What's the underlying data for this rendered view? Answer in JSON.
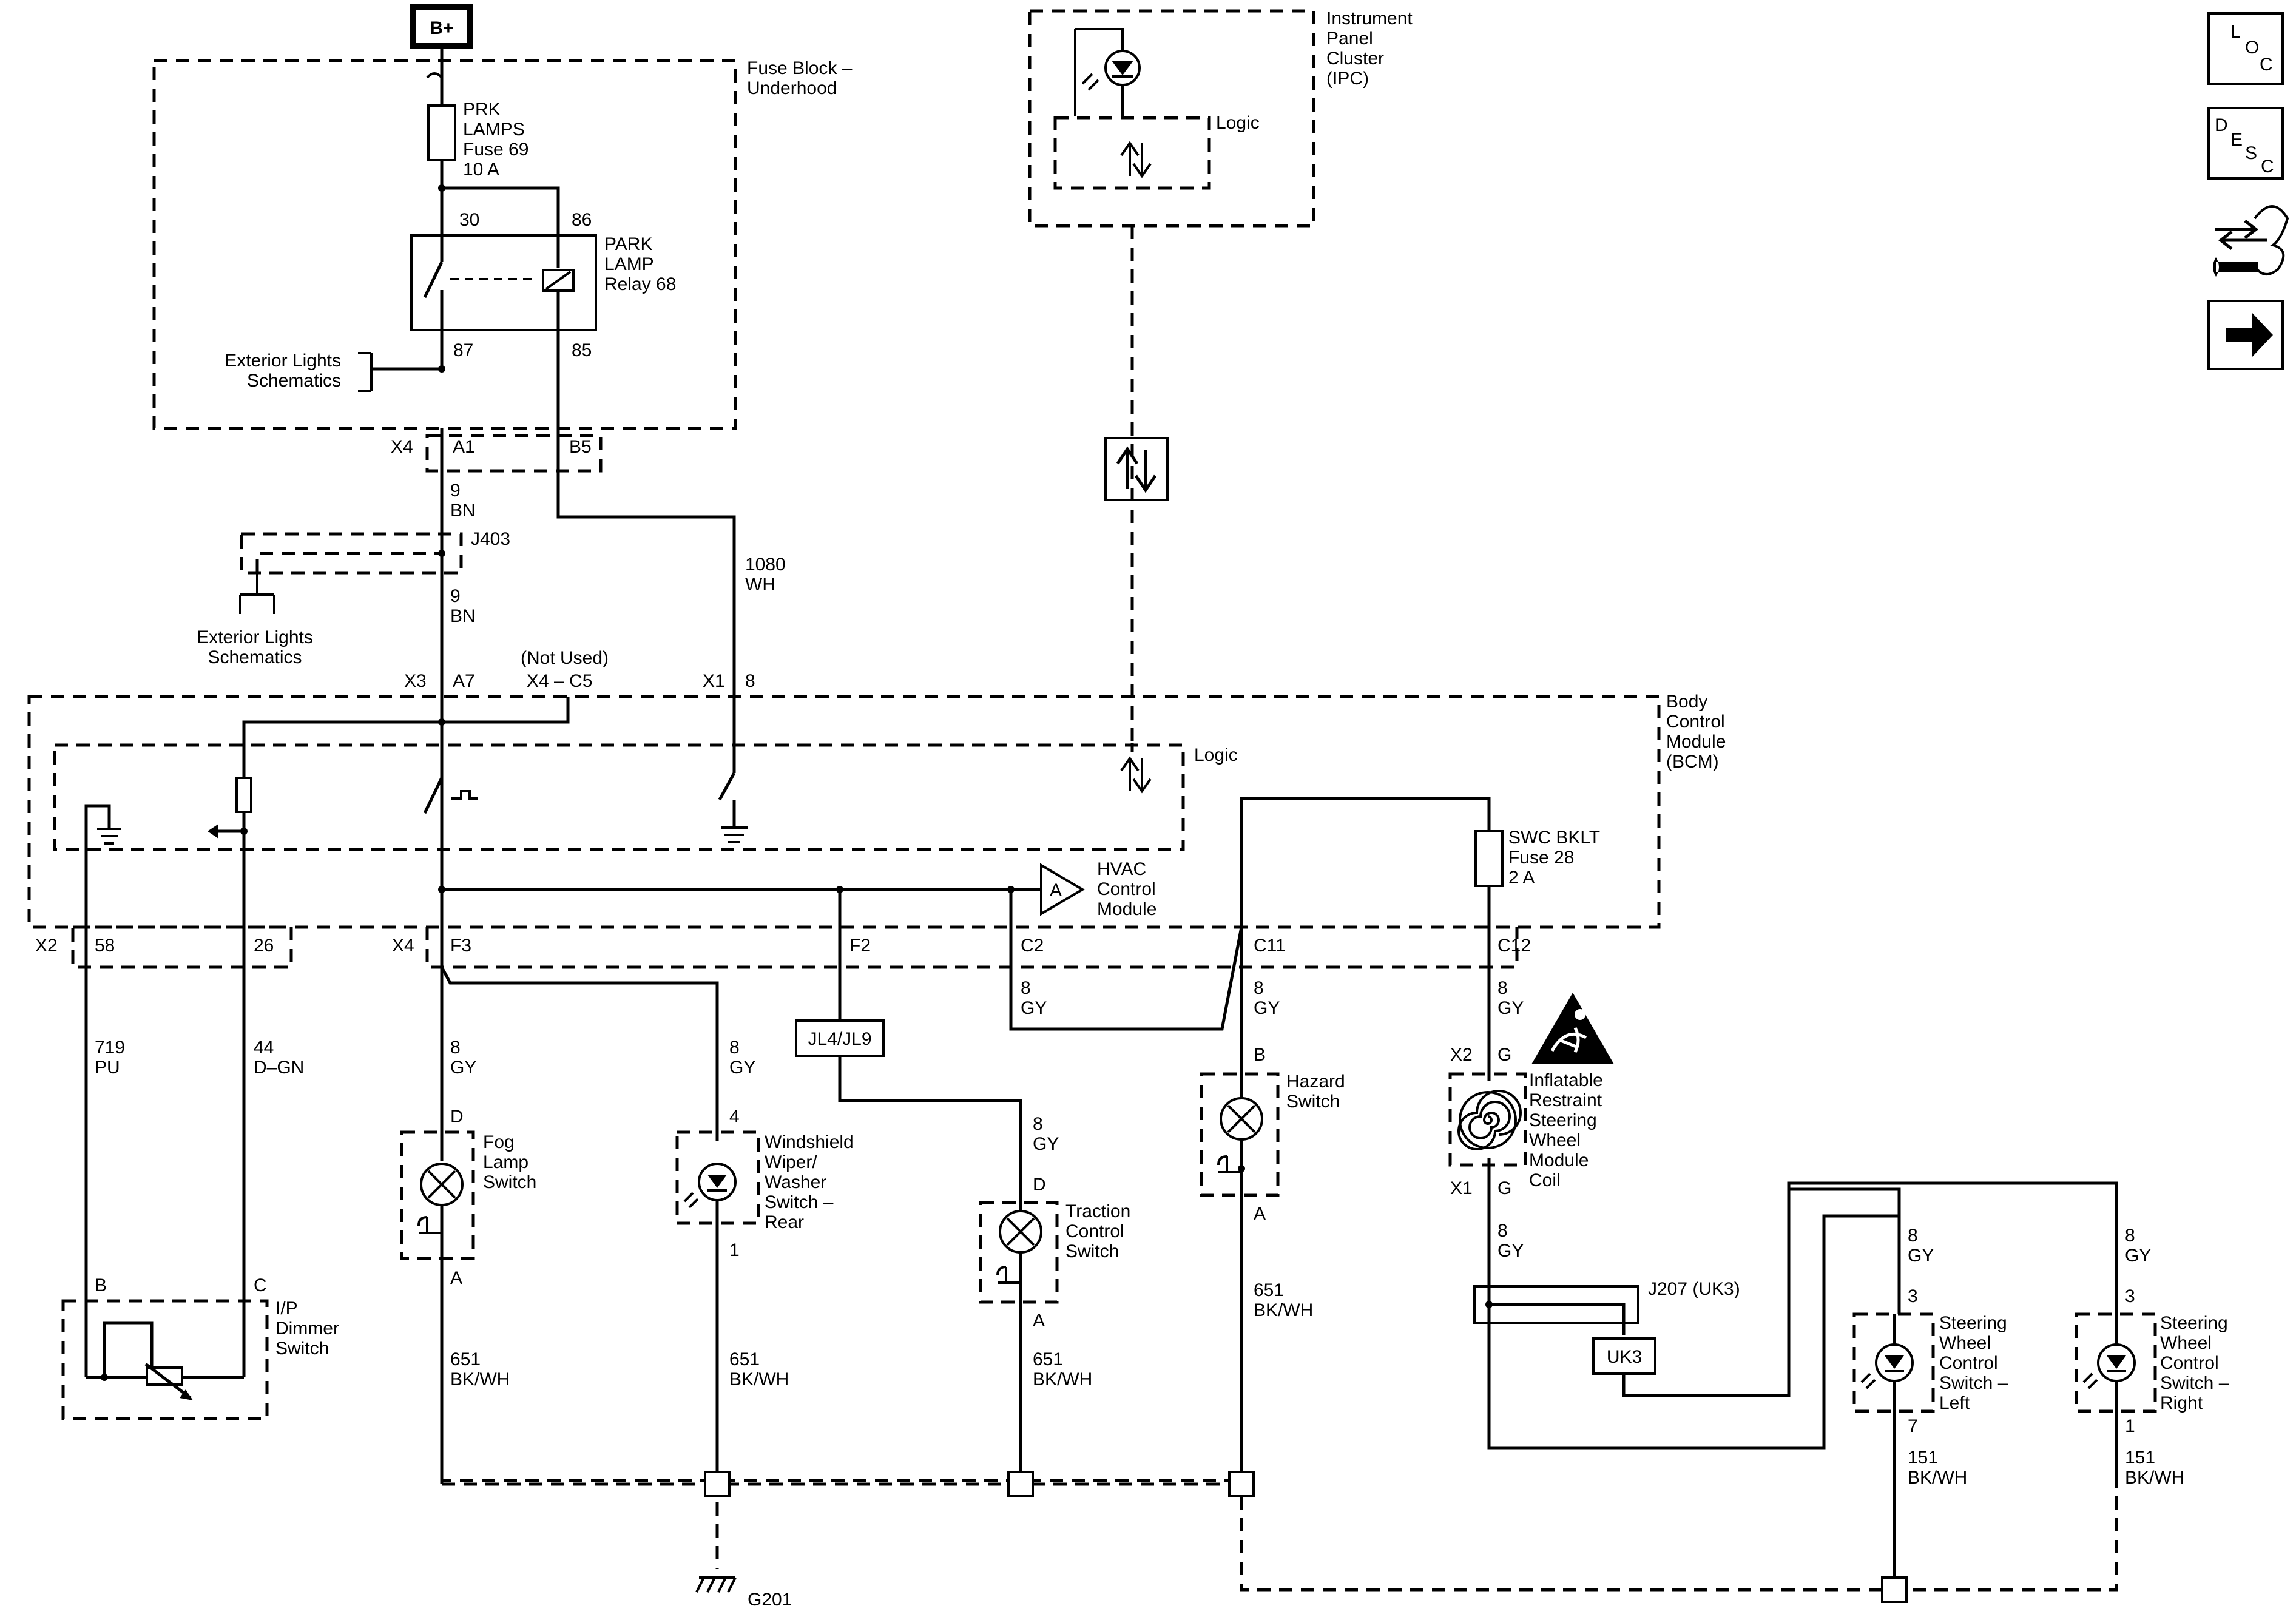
{
  "power": {
    "label": "B+"
  },
  "fuse_block": {
    "title": "Fuse Block –\nUnderhood",
    "fuse69": "PRK\nLAMPS\nFuse 69\n10 A",
    "relay": "PARK\nLAMP\nRelay 68",
    "pins": {
      "p30": "30",
      "p86": "86",
      "p87": "87",
      "p85": "85"
    },
    "ext_lights": "Exterior Lights\nSchematics",
    "connector": "X4",
    "pin_a1": "A1",
    "pin_b5": "B5"
  },
  "wires_top": {
    "bn1": "9\nBN",
    "bn2": "9\nBN",
    "wh": "1080\nWH"
  },
  "splice_j403": "J403",
  "ext_lights_2": "Exterior Lights\nSchematics",
  "ipc": {
    "title": "Instrument\nPanel\nCluster\n(IPC)",
    "logic": "Logic"
  },
  "bcm": {
    "title": "Body\nControl\nModule\n(BCM)",
    "logic": "Logic",
    "not_used": "(Not Used)",
    "x3": "X3",
    "a7": "A7",
    "x4c5": "X4 – C5",
    "x1": "X1",
    "pin8": "8",
    "x2": "X2",
    "p58": "58",
    "p26": "26",
    "x4": "X4",
    "f3": "F3",
    "f2": "F2",
    "c2": "C2",
    "c11": "C11",
    "c12": "C12",
    "swc_fuse": "SWC BKLT\nFuse 28\n2 A"
  },
  "hvac": {
    "pin": "A",
    "label": "HVAC\nControl\nModule"
  },
  "wires": {
    "pu": "719\nPU",
    "dgn": "44\nD–GN",
    "gy_fog": "8\nGY",
    "gy_wiper": "8\nGY",
    "gy_c2": "8\nGY",
    "gy_hazard": "8\nGY",
    "gy_c12": "8\nGY",
    "gy_traction": "8\nGY",
    "gy_coil": "8\nGY",
    "gy_swl": "8\nGY",
    "gy_swr": "8\nGY",
    "bkwh_fog": "651\nBK/WH",
    "bkwh_wiper": "651\nBK/WH",
    "bkwh_traction": "651\nBK/WH",
    "bkwh_hazard": "651\nBK/WH",
    "bkwh_swl": "151\nBK/WH",
    "bkwh_swr": "151\nBK/WH"
  },
  "splice_jl": "JL4/JL9",
  "components": {
    "dimmer": {
      "label": "I/P\nDimmer\nSwitch",
      "pin_b": "B",
      "pin_c": "C"
    },
    "fog": {
      "label": "Fog\nLamp\nSwitch",
      "pin_d": "D",
      "pin_a": "A"
    },
    "wiper": {
      "label": "Windshield\nWiper/\nWasher\nSwitch –\nRear",
      "pin_4": "4",
      "pin_1": "1"
    },
    "traction": {
      "label": "Traction\nControl\nSwitch",
      "pin_d": "D",
      "pin_a": "A"
    },
    "hazard": {
      "label": "Hazard\nSwitch",
      "pin_b": "B",
      "pin_a": "A"
    },
    "coil": {
      "label": "Inflatable\nRestraint\nSteering\nWheel\nModule\nCoil",
      "x2": "X2",
      "x1": "X1",
      "g1": "G",
      "g2": "G"
    },
    "swl": {
      "label": "Steering\nWheel\nControl\nSwitch –\nLeft",
      "pin_3": "3",
      "pin_7": "7"
    },
    "swr": {
      "label": "Steering\nWheel\nControl\nSwitch –\nRight",
      "pin_3": "3",
      "pin_1": "1"
    }
  },
  "j207": {
    "label": "J207 (UK3)",
    "box": "UK3"
  },
  "ground": {
    "label": "G201"
  },
  "nav": {
    "loc": [
      "L",
      "O",
      "C"
    ],
    "desc": [
      "D",
      "E",
      "S",
      "C"
    ]
  }
}
